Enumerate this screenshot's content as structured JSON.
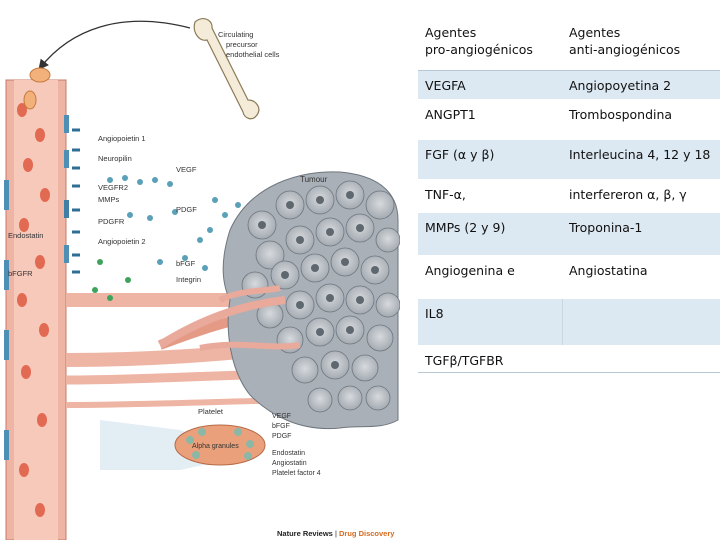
{
  "figure": {
    "labels": {
      "circulating": [
        "Circulating",
        "precursor",
        "endothelial cells"
      ],
      "angiopoietin1": "Angiopoietin 1",
      "neuropilin": "Neuropilin",
      "vegf": "VEGF",
      "vegfr2": "VEGFR2",
      "mmps": "MMPs",
      "pdgfr": "PDGFR",
      "pdgf": "PDGF",
      "endostatin": "Endostatin",
      "angiopoietin2": "Angiopoietin 2",
      "bfgf": "bFGF",
      "bfgfr": "bFGFR",
      "integrin": "Integrin",
      "tumour": "Tumour",
      "platelet": "Platelet",
      "alpha_granules": "Alpha granules",
      "platelet_list": [
        "VEGF",
        "bFGF",
        "PDGF",
        "Endostatin",
        "Angiostatin",
        "Platelet factor 4"
      ]
    },
    "credit": {
      "journal": "Nature Reviews",
      "sep": " | ",
      "section": "Drug Discovery"
    },
    "colors": {
      "vessel": "#e9a99b",
      "cell": "#f2b07a",
      "tumour": "#b9bec4",
      "receptor": "#4e8fb5",
      "credit_accent": "#d66a1f"
    }
  },
  "table": {
    "header": {
      "pro": [
        "Agentes",
        "pro-angiogénicos"
      ],
      "anti": [
        "Agentes",
        "anti-angiogénicos"
      ]
    },
    "rows": [
      {
        "pro": "VEGFA",
        "anti": "Angiopoyetina 2"
      },
      {
        "pro": "ANGPT1",
        "anti": "Trombospondina"
      },
      {
        "pro": "FGF (α y β)",
        "anti": "Interleucina 4, 12 y 18"
      },
      {
        "pro": "TNF-α,",
        "anti": "interfereron  α, β, γ"
      },
      {
        "pro": "MMPs (2 y 9)",
        "anti": "Troponina-1"
      },
      {
        "pro": "Angiogenina e",
        "anti": "Angiostatina"
      },
      {
        "pro": "IL8",
        "anti": ""
      },
      {
        "pro": "TGFβ/TGFBR",
        "anti": ""
      }
    ]
  }
}
